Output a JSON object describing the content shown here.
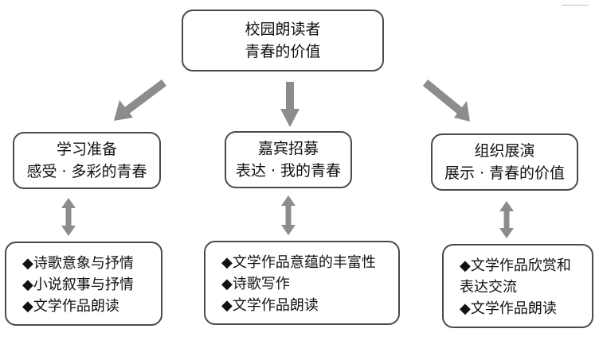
{
  "diagram": {
    "root": {
      "line1": "校园朗读者",
      "line2": "青春的价值"
    },
    "branches": [
      {
        "title": "学习准备",
        "subtitle": "感受 · 多彩的青春",
        "items": [
          "◆诗歌意象与抒情",
          "◆小说叙事与抒情",
          "◆文学作品朗读"
        ]
      },
      {
        "title": "嘉宾招募",
        "subtitle": "表达 · 我的青春",
        "items": [
          "◆文学作品意蕴的丰富性",
          "◆诗歌写作",
          "◆文学作品朗读"
        ]
      },
      {
        "title": "组织展演",
        "subtitle": "展示 · 青春的价值",
        "items": [
          "◆文学作品欣赏和",
          "表达交流",
          "◆文学作品朗读"
        ]
      }
    ]
  },
  "colors": {
    "arrow": "#8c8c8c",
    "border": "#4a4a4a",
    "text": "#111111"
  }
}
